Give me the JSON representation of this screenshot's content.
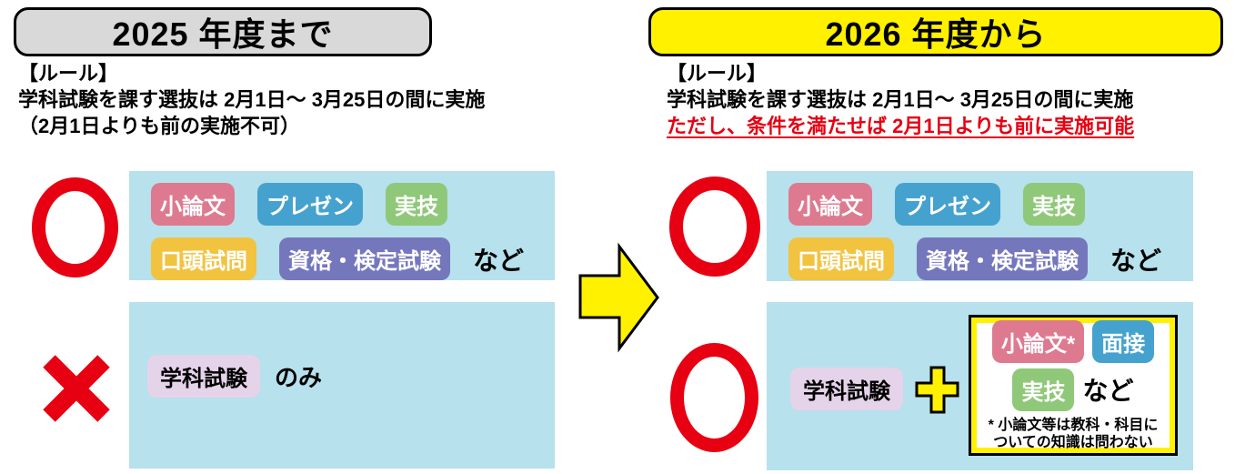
{
  "colors": {
    "panel_blue": "#B7E1EC",
    "mark_red": "#E60012",
    "accent_yellow": "#FFF100",
    "header_gray": "#D9D9D9",
    "tag_pink": "#DE7A90",
    "tag_blue": "#45A2CF",
    "tag_green": "#90C87A",
    "tag_yellow": "#F1C33F",
    "tag_purple": "#7577BD",
    "tag_lavender": "#E5D3EA"
  },
  "icons": {
    "ok_mark": "circle (allowed)",
    "ng_mark": "cross (not allowed)",
    "arrow": "right arrow",
    "plus": "plus"
  },
  "left": {
    "header": "2025 年度まで",
    "rules_title": "【ルール】",
    "rules_line1": "学科試験を課す選抜は 2月1日～ 3月25日の間に実施",
    "rules_line2": "（2月1日よりも前の実施不可）",
    "allowed": {
      "tags": [
        {
          "label": "小論文",
          "color": "#DE7A90"
        },
        {
          "label": "プレゼン",
          "color": "#45A2CF"
        },
        {
          "label": "実技",
          "color": "#90C87A"
        },
        {
          "label": "口頭試問",
          "color": "#F1C33F"
        },
        {
          "label": "資格・検定試験",
          "color": "#7577BD"
        }
      ],
      "etc": "など"
    },
    "denied": {
      "tag": {
        "label": "学科試験",
        "color": "#E5D3EA"
      },
      "suffix": "のみ"
    }
  },
  "right": {
    "header": "2026 年度から",
    "rules_title": "【ルール】",
    "rules_line1": "学科試験を課す選抜は 2月1日～ 3月25日の間に実施",
    "rules_line2": "ただし、条件を満たせば 2月1日よりも前に実施可能",
    "allowed": {
      "tags": [
        {
          "label": "小論文",
          "color": "#DE7A90"
        },
        {
          "label": "プレゼン",
          "color": "#45A2CF"
        },
        {
          "label": "実技",
          "color": "#90C87A"
        },
        {
          "label": "口頭試問",
          "color": "#F1C33F"
        },
        {
          "label": "資格・検定試験",
          "color": "#7577BD"
        }
      ],
      "etc": "など"
    },
    "allowed_combo": {
      "tag": {
        "label": "学科試験",
        "color": "#E5D3EA"
      },
      "note_tags": [
        {
          "label": "小論文*",
          "color": "#DE7A90"
        },
        {
          "label": "面接",
          "color": "#45A2CF"
        },
        {
          "label": "実技",
          "color": "#90C87A"
        }
      ],
      "etc": "など",
      "footnote_line1": "* 小論文等は教科・科目に",
      "footnote_line2": "ついての知識は問わない"
    }
  }
}
